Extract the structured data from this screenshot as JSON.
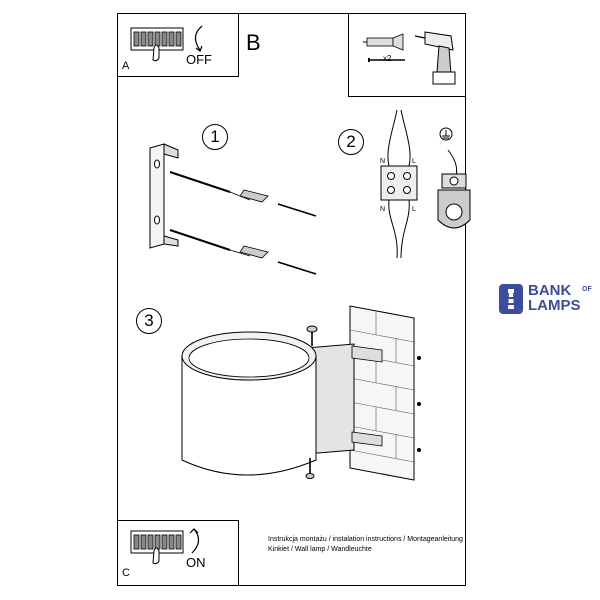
{
  "step_a": {
    "letter": "A",
    "switch_label": "OFF"
  },
  "step_b": {
    "letter": "B",
    "quantity": "x2"
  },
  "step_c": {
    "letter": "C",
    "switch_label": "ON"
  },
  "steps": {
    "s1": "1",
    "s2": "2",
    "s3": "3"
  },
  "wiring": {
    "n_top": "N",
    "l_top": "L",
    "n_bottom": "N",
    "l_bottom": "L"
  },
  "footer": {
    "line1": "Instrukcja montażu / instalation instructions / Montageanleitung",
    "line2": "Kinkiet / Wall lamp / Wandleuchte"
  },
  "brand": {
    "word1": "BANK",
    "word_of": "OF",
    "word2": "LAMPS",
    "color": "#3c4d9c"
  }
}
